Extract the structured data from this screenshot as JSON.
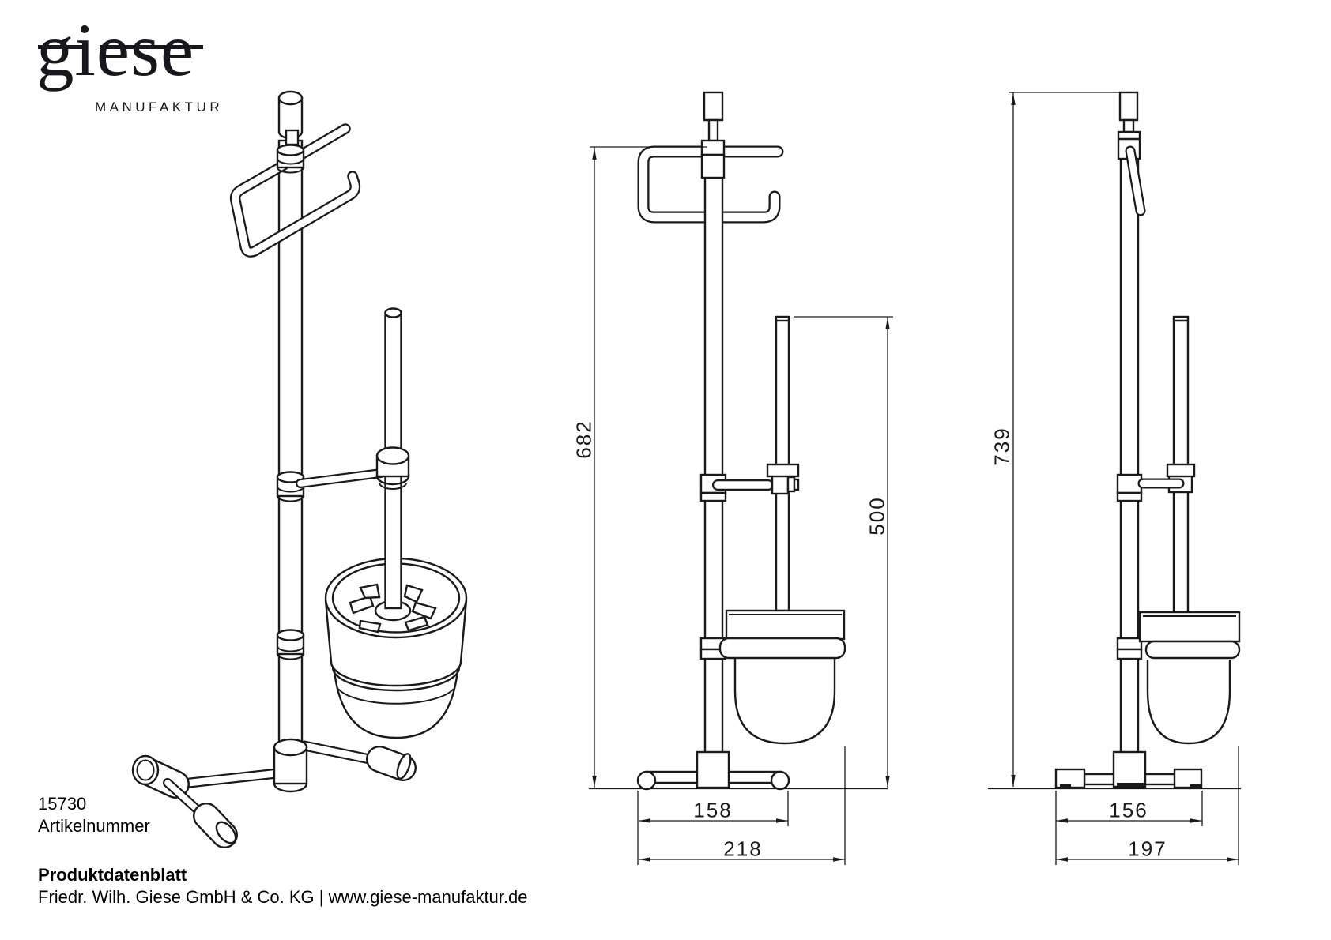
{
  "logo": {
    "brand": "giese",
    "subtitle": "MANUFAKTUR"
  },
  "article": {
    "number": "15730",
    "label": "Artikelnummer"
  },
  "footer": {
    "doc_title": "Produktdatenblatt",
    "company_line": "Friedr. Wilh. Giese GmbH & Co. KG | www.giese-manufaktur.de"
  },
  "drawing": {
    "stroke_color": "#1a1a1a",
    "views": {
      "perspective": "perspective-view",
      "front": "front-view",
      "side": "side-view"
    },
    "dimensions": {
      "front": {
        "height": "682",
        "brush_height": "500",
        "feet_spacing": "158",
        "base_width": "218"
      },
      "side": {
        "height": "739",
        "feet_spacing": "156",
        "base_depth": "197"
      }
    }
  }
}
